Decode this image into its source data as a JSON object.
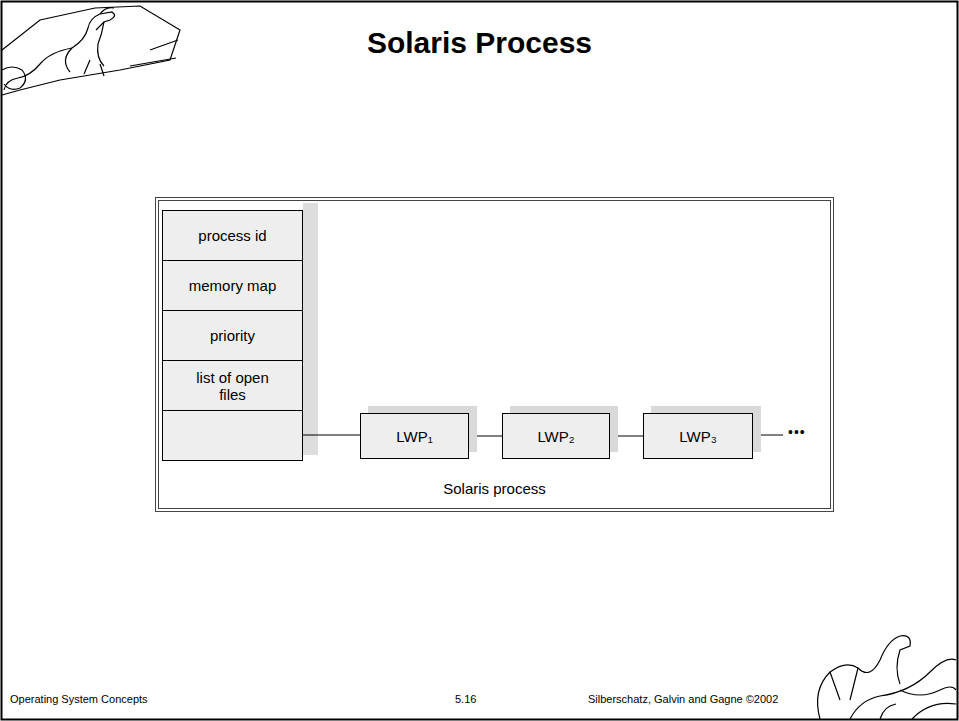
{
  "diagram": {
    "title": "Solaris Process",
    "nodes": [
      {
        "text": [
          "Solaris process"
        ]
      },
      {
        "text": [
          "process id"
        ],
        "in": 0
      },
      {
        "text": [
          "memory map"
        ],
        "in": 0
      },
      {
        "text": [
          "priority"
        ],
        "in": 0
      },
      {
        "text": [
          "list of open files"
        ],
        "in": 0
      },
      {
        "text": [
          "LWP₁"
        ],
        "in": 0
      },
      {
        "text": [
          "LWP₂"
        ],
        "in": 0
      },
      {
        "text": [
          "LWP₃"
        ],
        "in": 0
      }
    ],
    "edges": [
      {
        "from": 5,
        "to": 6,
        "arrow": "none"
      },
      {
        "from": 6,
        "to": 7,
        "arrow": "none"
      }
    ],
    "labels": [
      "•••",
      "Operating System Concepts",
      "5.16",
      "Silberschatz, Galvin and Gagne ©2002"
    ]
  }
}
